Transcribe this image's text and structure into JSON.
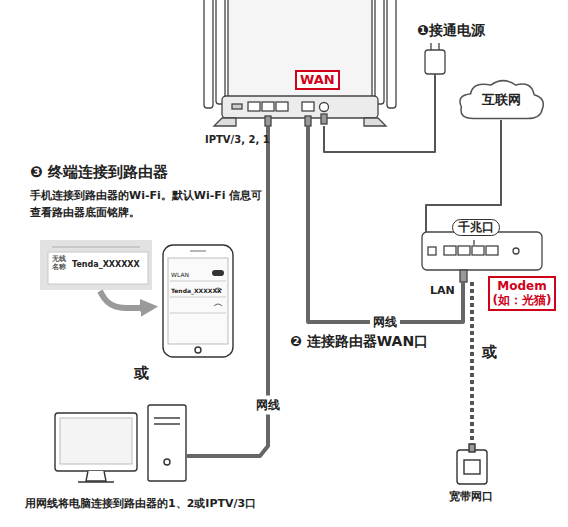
{
  "diagram": {
    "nodes": [
      {
        "text": [
          "WAN",
          "IPTV/3, 2, 1"
        ]
      },
      {
        "text": [
          "❶接通电源"
        ]
      },
      {
        "text": [
          "互联网"
        ]
      },
      {
        "text": [
          "千兆口",
          "LAN",
          "Modem (如：光猫)"
        ]
      },
      {
        "text": [
          "无线名称",
          "Tenda_XXXXXX"
        ]
      },
      {
        "text": [
          "WLAN",
          "Tenda_XXXXXX"
        ]
      },
      {
        "text": [
          "用网线将电脑连接到路由器的1、2或IPTV/3口"
        ]
      },
      {
        "text": [
          "宽带网口"
        ]
      }
    ],
    "edges": [
      {
        "from": 1,
        "to": 0,
        "arrow": "none"
      },
      {
        "from": 0,
        "to": 3,
        "label": "网线",
        "arrow": "none"
      },
      {
        "from": 2,
        "to": 3,
        "arrow": "none"
      },
      {
        "from": 3,
        "to": 7,
        "arrow": "none"
      },
      {
        "from": 4,
        "to": 5,
        "arrow": "to"
      },
      {
        "from": 0,
        "to": 6,
        "label": "网线",
        "arrow": "none"
      }
    ],
    "labels": [
      "❸ 终端连接到路由器",
      "手机连接到路由器的Wi-Fi。默认Wi-Fi 信息可查看路由器底面铭牌。",
      "或",
      "❷ 连接路由器WAN口",
      "或"
    ]
  }
}
